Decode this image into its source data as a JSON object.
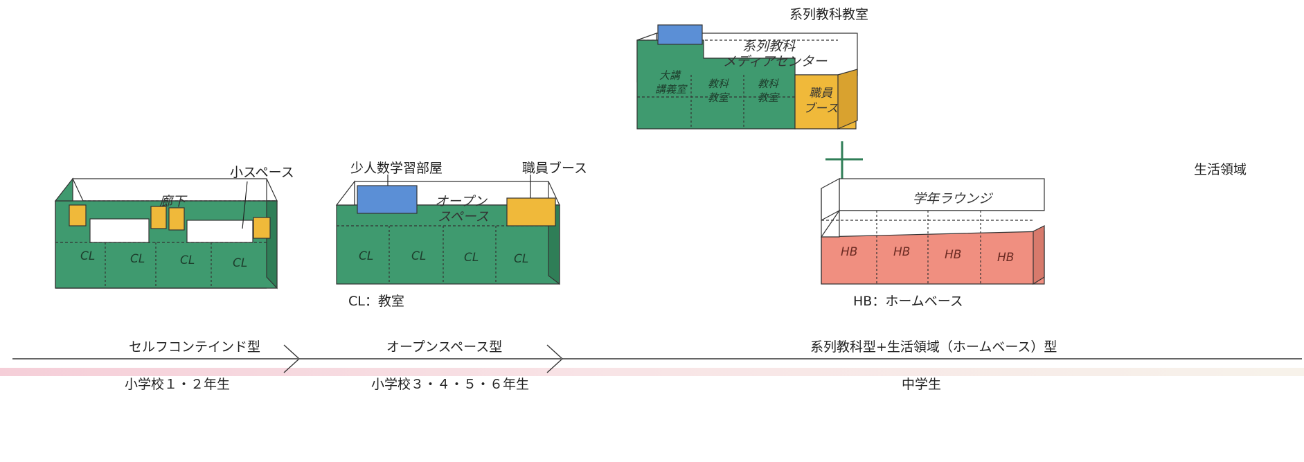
{
  "colors": {
    "classroom": "#3f9a6f",
    "small_room": "#5b8fd6",
    "staff": "#f0b93a",
    "home_base": "#f08f80",
    "line": "#222222"
  },
  "diagrams": {
    "self_contained": {
      "small_space_label": "小スペース",
      "corridor_label": "廊下",
      "cells": [
        "CL",
        "CL",
        "CL",
        "CL"
      ]
    },
    "open_space": {
      "small_group_room_label": "少人数学習部屋",
      "staff_booth_label": "職員ブース",
      "open_space_label_1": "オープン",
      "open_space_label_2": "スペース",
      "cells": [
        "CL",
        "CL",
        "CL",
        "CL"
      ],
      "legend": "CL：教室"
    },
    "subject": {
      "heading": "系列教科教室",
      "media_label_1": "系列教科",
      "media_label_2": "メディアセンター",
      "lecture_room_1": "大講",
      "lecture_room_2": "講義室",
      "subject_room_1a": "教科",
      "subject_room_1b": "教室",
      "subject_room_2a": "教科",
      "subject_room_2b": "教室",
      "staff_1": "職員",
      "staff_2": "ブース"
    },
    "plus_sign": "+",
    "living": {
      "heading": "生活領域",
      "lounge_label": "学年ラウンジ",
      "cells": [
        "HB",
        "HB",
        "HB",
        "HB"
      ],
      "legend": "HB：ホームベース"
    }
  },
  "timeline": {
    "stages": [
      {
        "type": "セルフコンテインド型",
        "grades": "小学校１・２年生"
      },
      {
        "type": "オープンスペース型",
        "grades": "小学校３・４・５・６年生"
      },
      {
        "type": "系列教科型+生活領域（ホームベース）型",
        "grades": "中学生"
      }
    ]
  }
}
